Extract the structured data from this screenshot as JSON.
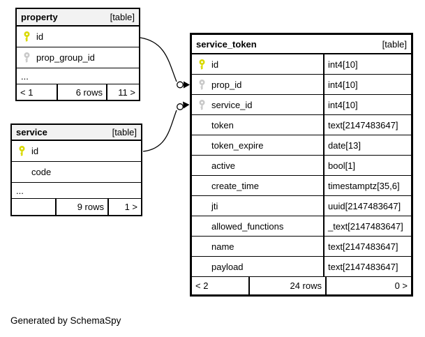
{
  "diagram": {
    "credit": "Generated by SchemaSpy",
    "colors": {
      "pk": "#d9d900",
      "fk": "#c9c9c9",
      "header_bg": "#f2f2f2",
      "focus_header_bg": "#ffffff",
      "line": "#000000"
    }
  },
  "tables": [
    {
      "id": "property",
      "name": "property",
      "tag": "[table]",
      "columns": [
        {
          "name": "id",
          "key": "pk"
        },
        {
          "name": "prop_group_id",
          "key": "fk"
        },
        {
          "name": "...",
          "ellipsis": true
        }
      ],
      "footer": {
        "left": "< 1",
        "middle": "6 rows",
        "right": "11 >"
      }
    },
    {
      "id": "service",
      "name": "service",
      "tag": "[table]",
      "columns": [
        {
          "name": "id",
          "key": "pk"
        },
        {
          "name": "code"
        },
        {
          "name": "...",
          "ellipsis": true
        }
      ],
      "footer": {
        "left": "",
        "middle": "9 rows",
        "right": "1 >"
      }
    },
    {
      "id": "service_token",
      "name": "service_token",
      "tag": "[table]",
      "has_types": true,
      "columns": [
        {
          "name": "id",
          "key": "pk",
          "type": "int4[10]"
        },
        {
          "name": "prop_id",
          "key": "fk",
          "type": "int4[10]"
        },
        {
          "name": "service_id",
          "key": "fk",
          "type": "int4[10]"
        },
        {
          "name": "token",
          "type": "text[2147483647]"
        },
        {
          "name": "token_expire",
          "type": "date[13]"
        },
        {
          "name": "active",
          "type": "bool[1]"
        },
        {
          "name": "create_time",
          "type": "timestamptz[35,6]"
        },
        {
          "name": "jti",
          "type": "uuid[2147483647]"
        },
        {
          "name": "allowed_functions",
          "type": "_text[2147483647]"
        },
        {
          "name": "name",
          "type": "text[2147483647]"
        },
        {
          "name": "payload",
          "type": "text[2147483647]"
        }
      ],
      "footer": {
        "left": "< 2",
        "middle": "24 rows",
        "right": "0 >"
      }
    }
  ],
  "relationships": [
    {
      "from": "property.id",
      "to": "service_token.prop_id"
    },
    {
      "from": "service.id",
      "to": "service_token.service_id"
    }
  ]
}
